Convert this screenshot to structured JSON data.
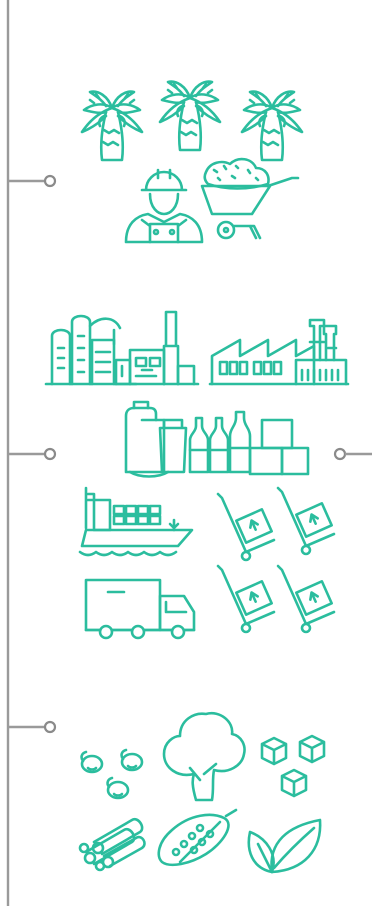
{
  "diagram": {
    "colors": {
      "accent": "#2bbd9e",
      "connector": "#9a9a9a",
      "background": "#ffffff"
    },
    "stages": [
      {
        "id": "plantation",
        "icons": [
          "palm-tree-icon",
          "palm-tree-icon",
          "palm-tree-icon",
          "worker-icon",
          "wheelbarrow-icon"
        ]
      },
      {
        "id": "processing",
        "icons": [
          "refinery-icon",
          "factory-icon",
          "jerrycan-icon",
          "bottles-icon",
          "boxes-icon"
        ]
      },
      {
        "id": "distribution",
        "icons": [
          "cargo-ship-icon",
          "hand-truck-icon",
          "delivery-truck-icon"
        ]
      },
      {
        "id": "products",
        "icons": [
          "palm-fruit-icon",
          "tree-icon",
          "cubes-icon",
          "sticks-icon",
          "cocoa-pod-icon",
          "leaves-icon"
        ]
      }
    ]
  }
}
